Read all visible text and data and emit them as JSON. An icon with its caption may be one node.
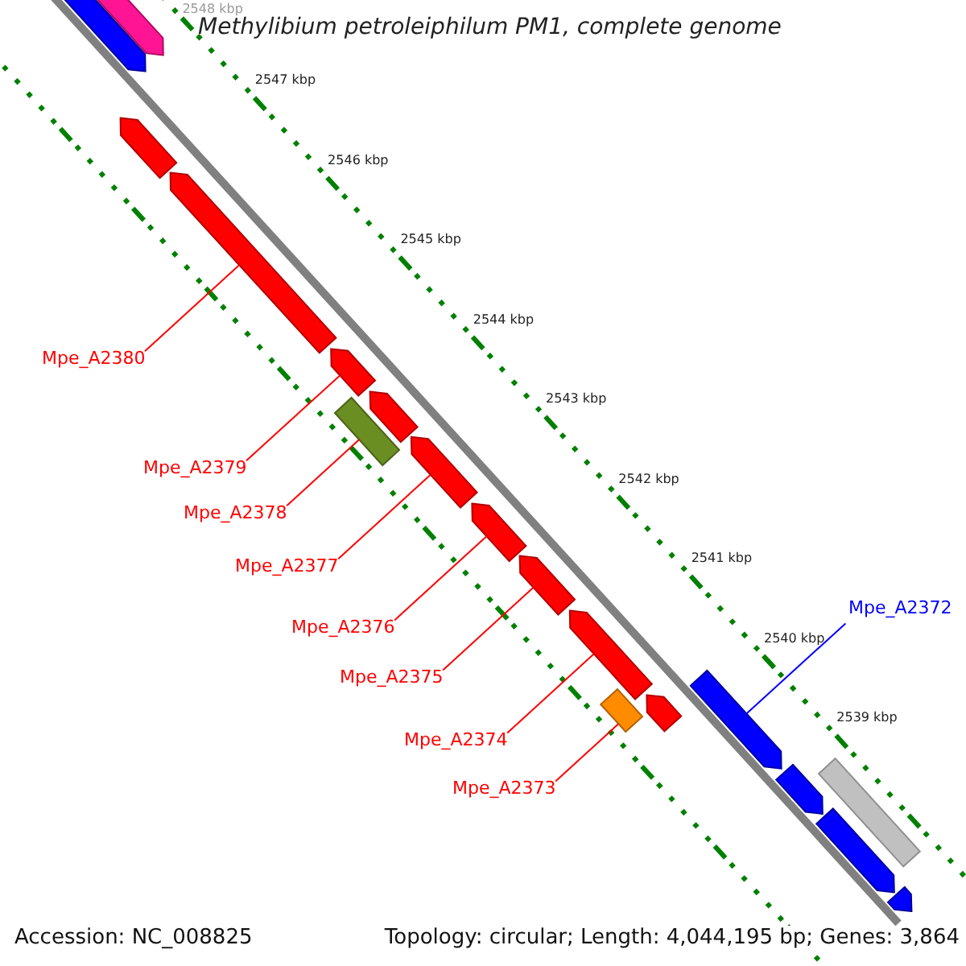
{
  "diagram": {
    "title": "Methylibium petroleiphilum PM1, complete genome",
    "nodes": [
      {
        "text": [
          "Mpe_A2380"
        ]
      },
      {
        "text": [
          "Mpe_A2379"
        ]
      },
      {
        "text": [
          "Mpe_A2378"
        ]
      },
      {
        "text": [
          "Mpe_A2377"
        ]
      },
      {
        "text": [
          "Mpe_A2376"
        ]
      },
      {
        "text": [
          "Mpe_A2375"
        ]
      },
      {
        "text": [
          "Mpe_A2374"
        ]
      },
      {
        "text": [
          "Mpe_A2373"
        ]
      },
      {
        "text": [
          "Mpe_A2372"
        ]
      },
      {
        "text": [],
        "shape": "arrow"
      },
      {
        "text": [],
        "shape": "arrow"
      },
      {
        "text": [],
        "shape": "arrow"
      },
      {
        "text": [],
        "shape": "arrow"
      },
      {
        "text": [],
        "shape": "arrow"
      },
      {
        "text": [],
        "shape": "bar"
      },
      {
        "text": [],
        "shape": "arrow"
      },
      {
        "text": [],
        "shape": "arrow"
      },
      {
        "text": [],
        "shape": "arrow"
      },
      {
        "text": [],
        "shape": "arrow"
      },
      {
        "text": [],
        "shape": "arrow"
      },
      {
        "text": [],
        "shape": "bar"
      },
      {
        "text": [],
        "shape": "arrow"
      },
      {
        "text": [],
        "shape": "arrow"
      },
      {
        "text": [],
        "shape": "arrow"
      },
      {
        "text": [],
        "shape": "bar"
      },
      {
        "text": [],
        "shape": "arrow"
      },
      {
        "text": [],
        "shape": "arrow"
      }
    ],
    "edges": [
      {
        "from": 0,
        "to": 12,
        "arrow": "none"
      },
      {
        "from": 1,
        "to": 13,
        "arrow": "none"
      },
      {
        "from": 2,
        "to": 14,
        "arrow": "none"
      },
      {
        "from": 3,
        "to": 16,
        "arrow": "none"
      },
      {
        "from": 4,
        "to": 17,
        "arrow": "none"
      },
      {
        "from": 5,
        "to": 18,
        "arrow": "none"
      },
      {
        "from": 6,
        "to": 19,
        "arrow": "none"
      },
      {
        "from": 7,
        "to": 20,
        "arrow": "none"
      },
      {
        "from": 8,
        "to": 22,
        "arrow": "none",
        "color": "#0000ff"
      }
    ],
    "labels": [
      "2548 kbp",
      "2547 kbp",
      "2546 kbp",
      "2545 kbp",
      "2544 kbp",
      "2543 kbp",
      "2542 kbp",
      "2541 kbp",
      "2540 kbp",
      "2539 kbp",
      "Accession: NC_008825",
      "Topology: circular; Length: 4,044,195 bp; Genes: 3,864"
    ]
  }
}
